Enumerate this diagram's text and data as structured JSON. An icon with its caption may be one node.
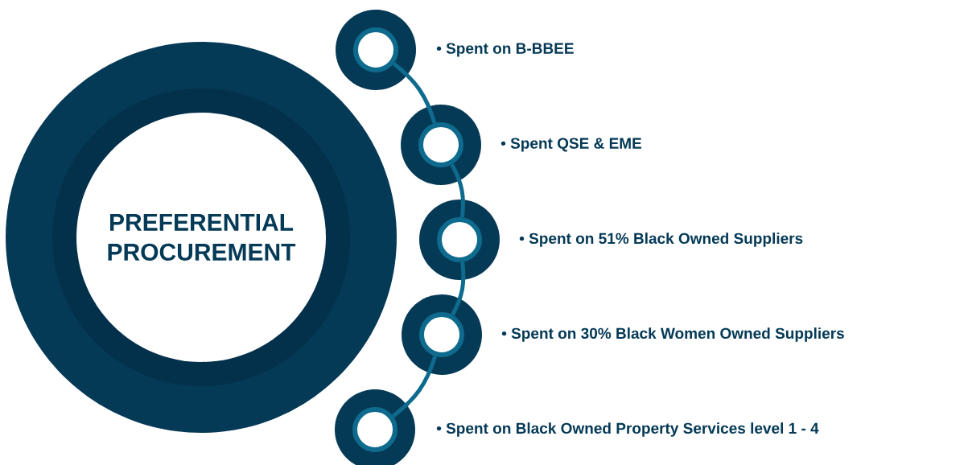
{
  "diagram": {
    "nodes": [
      {
        "text": [
          "PREFERENTIAL PROCUREMENT"
        ]
      },
      {
        "text": [],
        "shape": "circle",
        "beside": [
          "• Spent on B-BBEE"
        ]
      },
      {
        "text": [],
        "shape": "circle",
        "beside": [
          "• Spent QSE & EME"
        ]
      },
      {
        "text": [],
        "shape": "circle",
        "beside": [
          "• Spent on 51% Black Owned Suppliers"
        ]
      },
      {
        "text": [],
        "shape": "circle",
        "beside": [
          "• Spent on 30% Black Women Owned Suppliers"
        ]
      },
      {
        "text": [],
        "shape": "circle",
        "beside": [
          "• Spent on Black Owned Property Services level 1 - 4"
        ]
      }
    ],
    "edges": [
      {
        "from": 1,
        "to": 2,
        "arrow": "none"
      },
      {
        "from": 2,
        "to": 3,
        "arrow": "none"
      },
      {
        "from": 3,
        "to": 4,
        "arrow": "none"
      },
      {
        "from": 4,
        "to": 5,
        "arrow": "none"
      }
    ]
  }
}
